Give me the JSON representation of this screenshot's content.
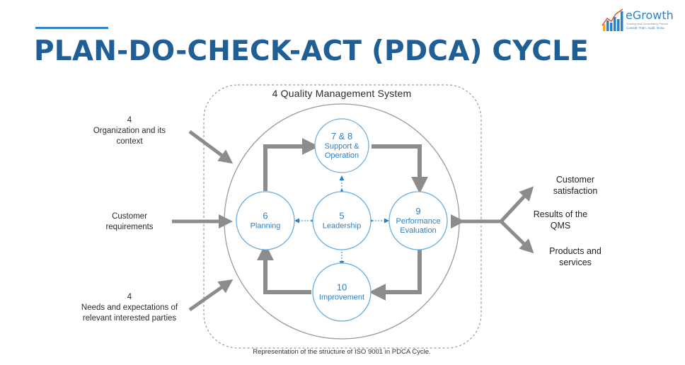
{
  "title": "PLAN-DO-CHECK-ACT (PDCA) CYCLE",
  "logo": {
    "name": "eGrowth",
    "tagline_small": "Training and Consultancy Partner",
    "tagline": "Consult. Train. Audit. Grow."
  },
  "diagram": {
    "qms_title": "4 Quality Management System",
    "nodes": {
      "support": {
        "number": "7 & 8",
        "lines": [
          "Support &",
          "Operation"
        ]
      },
      "planning": {
        "number": "6",
        "lines": [
          "Planning"
        ]
      },
      "leadership": {
        "number": "5",
        "lines": [
          "Leadership"
        ]
      },
      "performance": {
        "number": "9",
        "lines": [
          "Performance",
          "Evaluation"
        ]
      },
      "improvement": {
        "number": "10",
        "lines": [
          "Improvement"
        ]
      }
    },
    "inputs": {
      "organization": [
        "4",
        "Organization and its",
        "context"
      ],
      "customer_requirements": [
        "Customer",
        "requirements"
      ],
      "needs": [
        "4",
        "Needs and expectations of",
        "relevant interested parties"
      ]
    },
    "outputs": {
      "satisfaction": [
        "Customer",
        "satisfaction"
      ],
      "results": [
        "Results of the",
        "QMS"
      ],
      "products": [
        "Products and",
        "services"
      ]
    },
    "caption": "Representation of the structure of ISO 9001 in PDCA Cycle."
  },
  "colors": {
    "title": "#1f5f96",
    "accent": "#2f86c6",
    "node_text": "#2d7fc0",
    "arrow": "#8c8c8c"
  }
}
